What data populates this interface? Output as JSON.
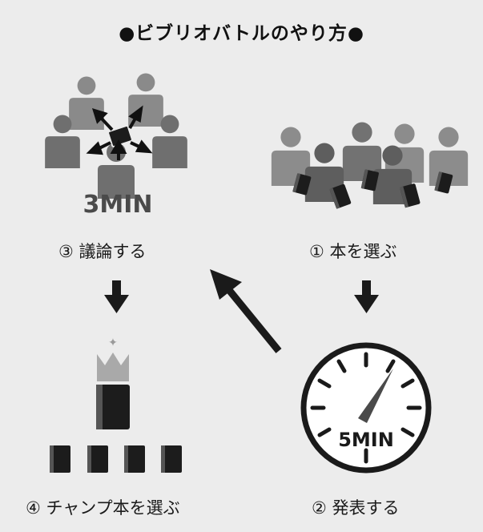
{
  "title": "●ビブリオバトルのやり方●",
  "steps": [
    {
      "label": "① 本を選ぶ"
    },
    {
      "label": "② 発表する",
      "timer": "5MIN"
    },
    {
      "label": "③ 議論する",
      "timer": "3MIN"
    },
    {
      "label": "④ チャンプ本を選ぶ"
    }
  ],
  "colors": {
    "background": "#ececec",
    "figure_light": "#8c8c8c",
    "figure_dark": "#6e6e6e",
    "book": "#1c1c1c",
    "crown": "#a9a9a9"
  }
}
